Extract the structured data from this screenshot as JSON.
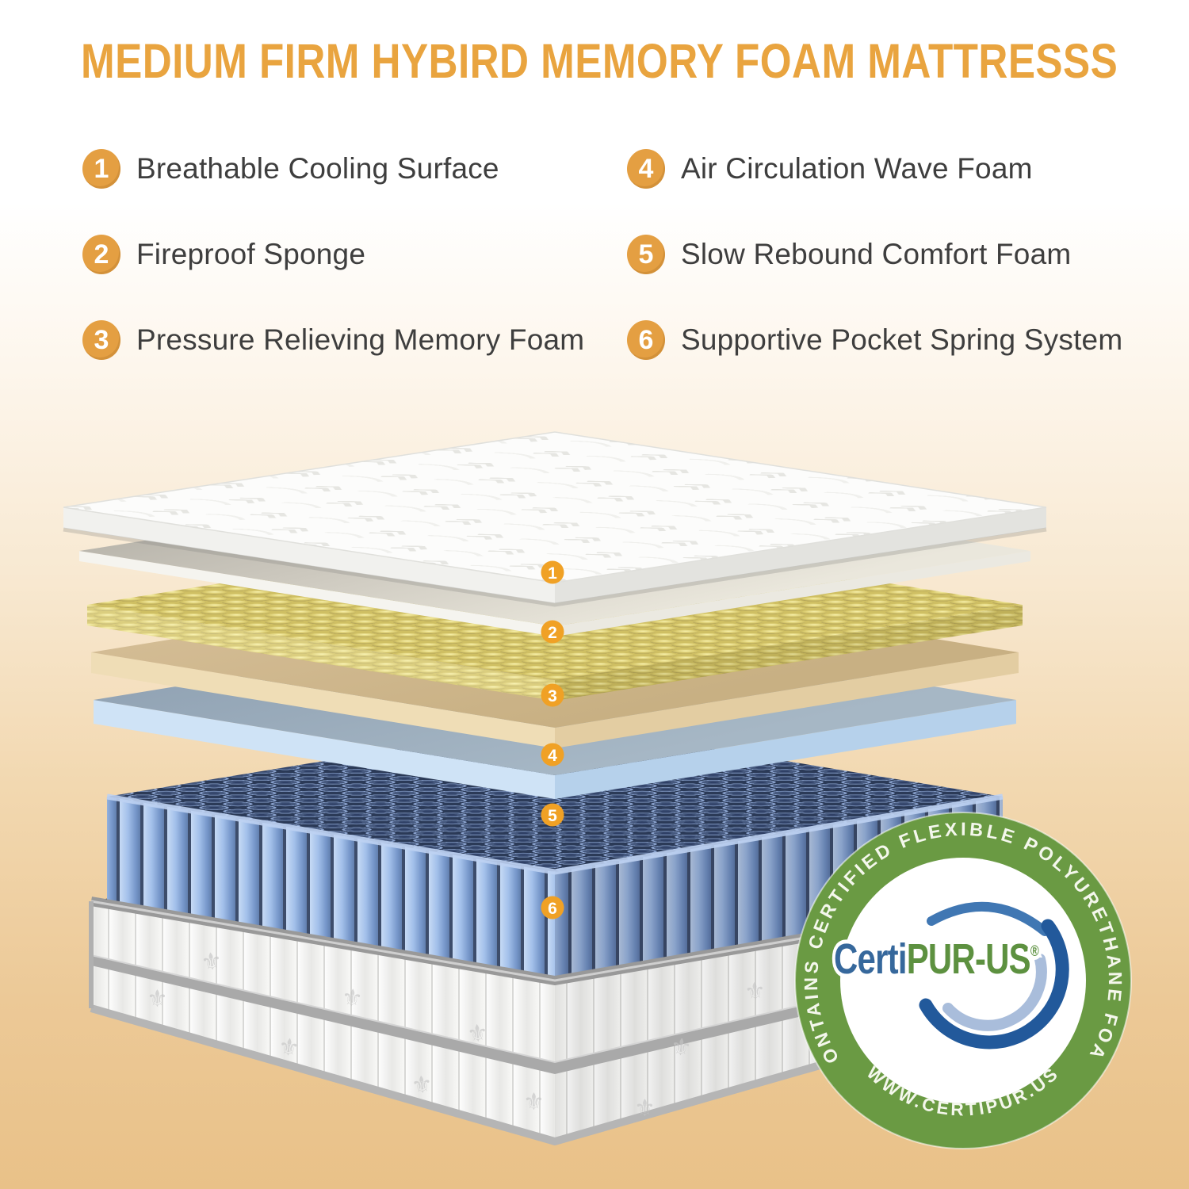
{
  "title": {
    "text": "MEDIUM FIRM HYBIRD MEMORY FOAM MATTRESSS",
    "color": "#E9A43F"
  },
  "legend": {
    "badge_color": "#E49F42",
    "text_color": "#3E3E3E",
    "items": [
      {
        "number": "1",
        "label": "Breathable Cooling Surface"
      },
      {
        "number": "2",
        "label": "Fireproof Sponge"
      },
      {
        "number": "3",
        "label": "Pressure Relieving Memory Foam"
      },
      {
        "number": "4",
        "label": "Air Circulation Wave Foam"
      },
      {
        "number": "5",
        "label": "Slow Rebound Comfort Foam"
      },
      {
        "number": "6",
        "label": "Supportive Pocket Spring System"
      }
    ]
  },
  "diagram": {
    "marker_color": "#F0A125",
    "markers": [
      {
        "number": "1"
      },
      {
        "number": "2"
      },
      {
        "number": "3"
      },
      {
        "number": "4"
      },
      {
        "number": "5"
      },
      {
        "number": "6"
      }
    ],
    "layer_colors": {
      "quilted_cover": "#FBFBFA",
      "fireproof_sponge": "#B8B5AC",
      "memory_foam_yellow": "#DED073",
      "wave_foam_tan": "#D5BD94",
      "comfort_foam_blue": "#C8DEF4",
      "pocket_springs_blue": "#9DBAE8",
      "base_fabric": "#FAFAFA"
    }
  },
  "certification_badge": {
    "arc_text_top": "CONTAINS CERTIFIED FLEXIBLE POLYURETHANE FOAM",
    "arc_text_bottom": "WWW.CERTIPUR.US",
    "brand_part1": "Certi",
    "brand_part2": "PUR-US",
    "registered_mark": "®",
    "ring_color": "#6A9A43",
    "brand_blue": "#36689C",
    "brand_green": "#5D9140"
  },
  "background": {
    "top": "#FFFFFF",
    "bottom": "#E9C188"
  }
}
